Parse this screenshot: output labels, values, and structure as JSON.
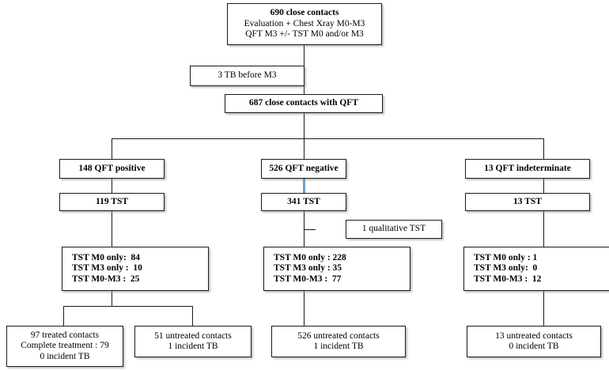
{
  "chart_data": {
    "type": "diagram",
    "title": "TB contact investigation flow diagram",
    "nodes": [
      {
        "id": "n1",
        "lines": [
          "690 close contacts",
          "Evaluation + Chest Xray M0-M3",
          "QFT M3 +/- TST M0 and/or M3"
        ],
        "bold_first_line": true
      },
      {
        "id": "n2",
        "lines": [
          "3 TB before M3"
        ],
        "bold_first_line": false
      },
      {
        "id": "n3",
        "lines": [
          "687 close contacts with QFT"
        ],
        "bold_first_line": true
      },
      {
        "id": "n4",
        "lines": [
          "148 QFT positive"
        ],
        "bold_first_line": true
      },
      {
        "id": "n5",
        "lines": [
          "526 QFT negative"
        ],
        "bold_first_line": true
      },
      {
        "id": "n6",
        "lines": [
          "13 QFT indeterminate"
        ],
        "bold_first_line": true
      },
      {
        "id": "n7",
        "lines": [
          "119 TST"
        ],
        "bold_first_line": true
      },
      {
        "id": "n8",
        "lines": [
          "341 TST"
        ],
        "bold_first_line": true
      },
      {
        "id": "n9",
        "lines": [
          "13 TST"
        ],
        "bold_first_line": true
      },
      {
        "id": "n10",
        "lines": [
          "1 qualitative TST"
        ],
        "bold_first_line": false
      },
      {
        "id": "n11",
        "lines": [
          "TST M0 only:  84",
          "TST M3 only :  10",
          "TST M0-M3 :  25"
        ],
        "bold_first_line": true
      },
      {
        "id": "n12",
        "lines": [
          "TST M0 only : 228",
          "TST M3 only : 35",
          "TST M0-M3 :  77"
        ],
        "bold_first_line": true
      },
      {
        "id": "n13",
        "lines": [
          "TST M0 only : 1",
          "TST M3 only:  0",
          "TST M0-M3 :  12"
        ],
        "bold_first_line": true
      },
      {
        "id": "n14",
        "lines": [
          "97 treated contacts",
          "Complete treatment : 79",
          "0 incident TB"
        ],
        "bold_first_line": false
      },
      {
        "id": "n15",
        "lines": [
          "51 untreated contacts",
          "1 incident TB"
        ],
        "bold_first_line": false
      },
      {
        "id": "n16",
        "lines": [
          "526 untreated contacts",
          "1 incident TB"
        ],
        "bold_first_line": false
      },
      {
        "id": "n17",
        "lines": [
          "13 untreated contacts",
          "0 incident TB"
        ],
        "bold_first_line": false
      }
    ],
    "counts": {
      "close_contacts_total": 690,
      "tb_before_m3": 3,
      "close_contacts_with_qft": 687,
      "qft_positive": 148,
      "qft_negative": 526,
      "qft_indeterminate": 13,
      "tst_positive_branch": 119,
      "tst_negative_branch": 341,
      "tst_indeterminate_branch": 13,
      "qualitative_tst": 1,
      "positive_tst_m0_only": 84,
      "positive_tst_m3_only": 10,
      "positive_tst_m0_m3": 25,
      "negative_tst_m0_only": 228,
      "negative_tst_m3_only": 35,
      "negative_tst_m0_m3": 77,
      "indeterminate_tst_m0_only": 1,
      "indeterminate_tst_m3_only": 0,
      "indeterminate_tst_m0_m3": 12,
      "treated_contacts": 97,
      "complete_treatment": 79,
      "treated_incident_tb": 0,
      "untreated_positive": 51,
      "untreated_positive_incident_tb": 1,
      "untreated_negative": 526,
      "untreated_negative_incident_tb": 1,
      "untreated_indeterminate": 13,
      "untreated_indeterminate_incident_tb": 0
    },
    "colors": {
      "box_border": "#1a1a1a",
      "connector": "#1a1a1a",
      "highlight_connector": "#6f9fcf",
      "background": "#ffffff",
      "text": "#000000"
    }
  },
  "boxes": {
    "top": {
      "line1": "690 close contacts",
      "line2": "Evaluation + Chest Xray M0-M3",
      "line3": "QFT M3 +/- TST M0 and/or M3"
    },
    "excluded": {
      "line1": "3 TB before M3"
    },
    "with_qft": {
      "line1": "687 close contacts with QFT"
    },
    "qft_positive": {
      "line1": "148 QFT positive"
    },
    "qft_negative": {
      "line1": "526 QFT negative"
    },
    "qft_indeterminate": {
      "line1": "13 QFT indeterminate"
    },
    "tst_positive": {
      "line1": "119 TST"
    },
    "tst_negative": {
      "line1": "341 TST"
    },
    "tst_indeterminate": {
      "line1": "13 TST"
    },
    "qualitative": {
      "line1": "1 qualitative TST"
    },
    "detail_positive": {
      "line1": "TST M0 only:  84",
      "line2": "TST M3 only :  10",
      "line3": "TST M0-M3 :  25"
    },
    "detail_negative": {
      "line1": "TST M0 only : 228",
      "line2": "TST M3 only : 35",
      "line3": "TST M0-M3 :  77"
    },
    "detail_indeterminate": {
      "line1": "TST M0 only : 1",
      "line2": "TST M3 only:  0",
      "line3": "TST M0-M3 :  12"
    },
    "treated": {
      "line1": "97 treated contacts",
      "line2": "Complete treatment : 79",
      "line3": "0 incident TB"
    },
    "untreated_positive": {
      "line1": "51 untreated contacts",
      "line2": "1 incident TB"
    },
    "untreated_negative": {
      "line1": "526 untreated contacts",
      "line2": "1 incident TB"
    },
    "untreated_indeterminate": {
      "line1": "13 untreated contacts",
      "line2": "0 incident TB"
    }
  }
}
